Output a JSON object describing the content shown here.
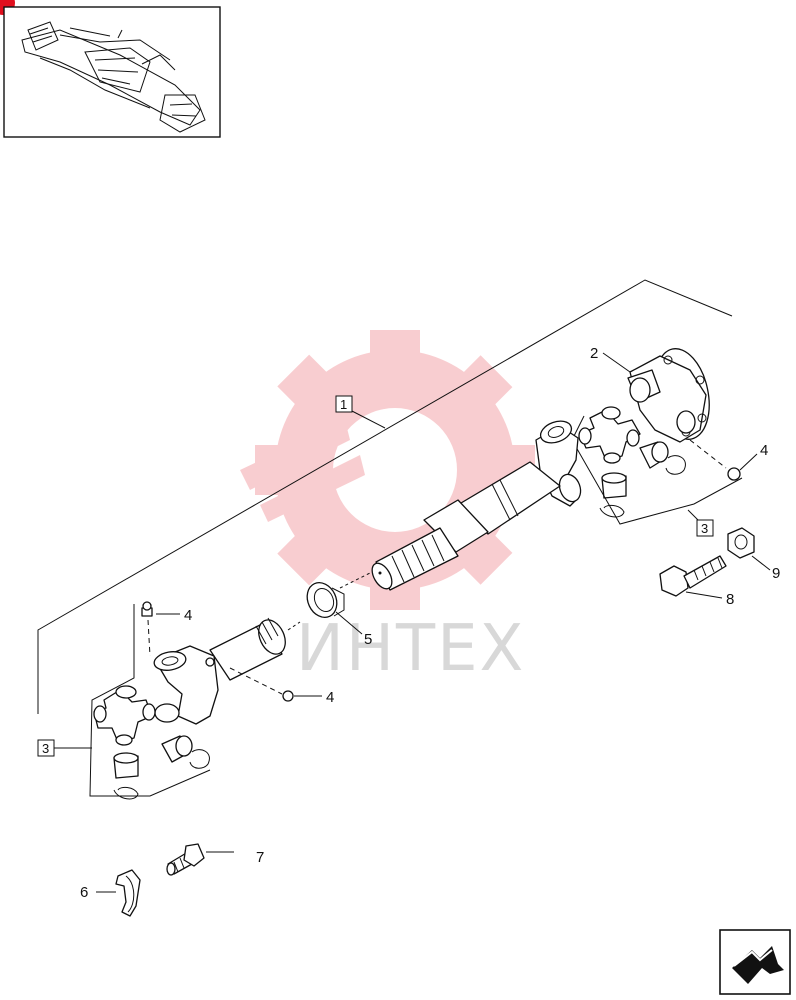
{
  "watermark": {
    "text": "ИНТЕХ"
  },
  "callouts": {
    "assembly_1": "1",
    "yoke_2": "2",
    "uj_kit_3_top": "3",
    "uj_kit_3_bottom": "3",
    "grease_nipple_4_top": "4",
    "grease_nipple_4_mid_upper": "4",
    "grease_nipple_4_mid_lower": "4",
    "seal_5": "5",
    "clamp_6": "6",
    "screw_7": "7",
    "bolt_8": "8",
    "nut_9": "9"
  },
  "colors": {
    "watermark_red": "#f4a6aa",
    "line": "#111111",
    "corner_dot": "#e0101e"
  },
  "icons": {
    "navigation": "next-page-arrow-icon",
    "thumbnail": "axle-thumbnail"
  }
}
